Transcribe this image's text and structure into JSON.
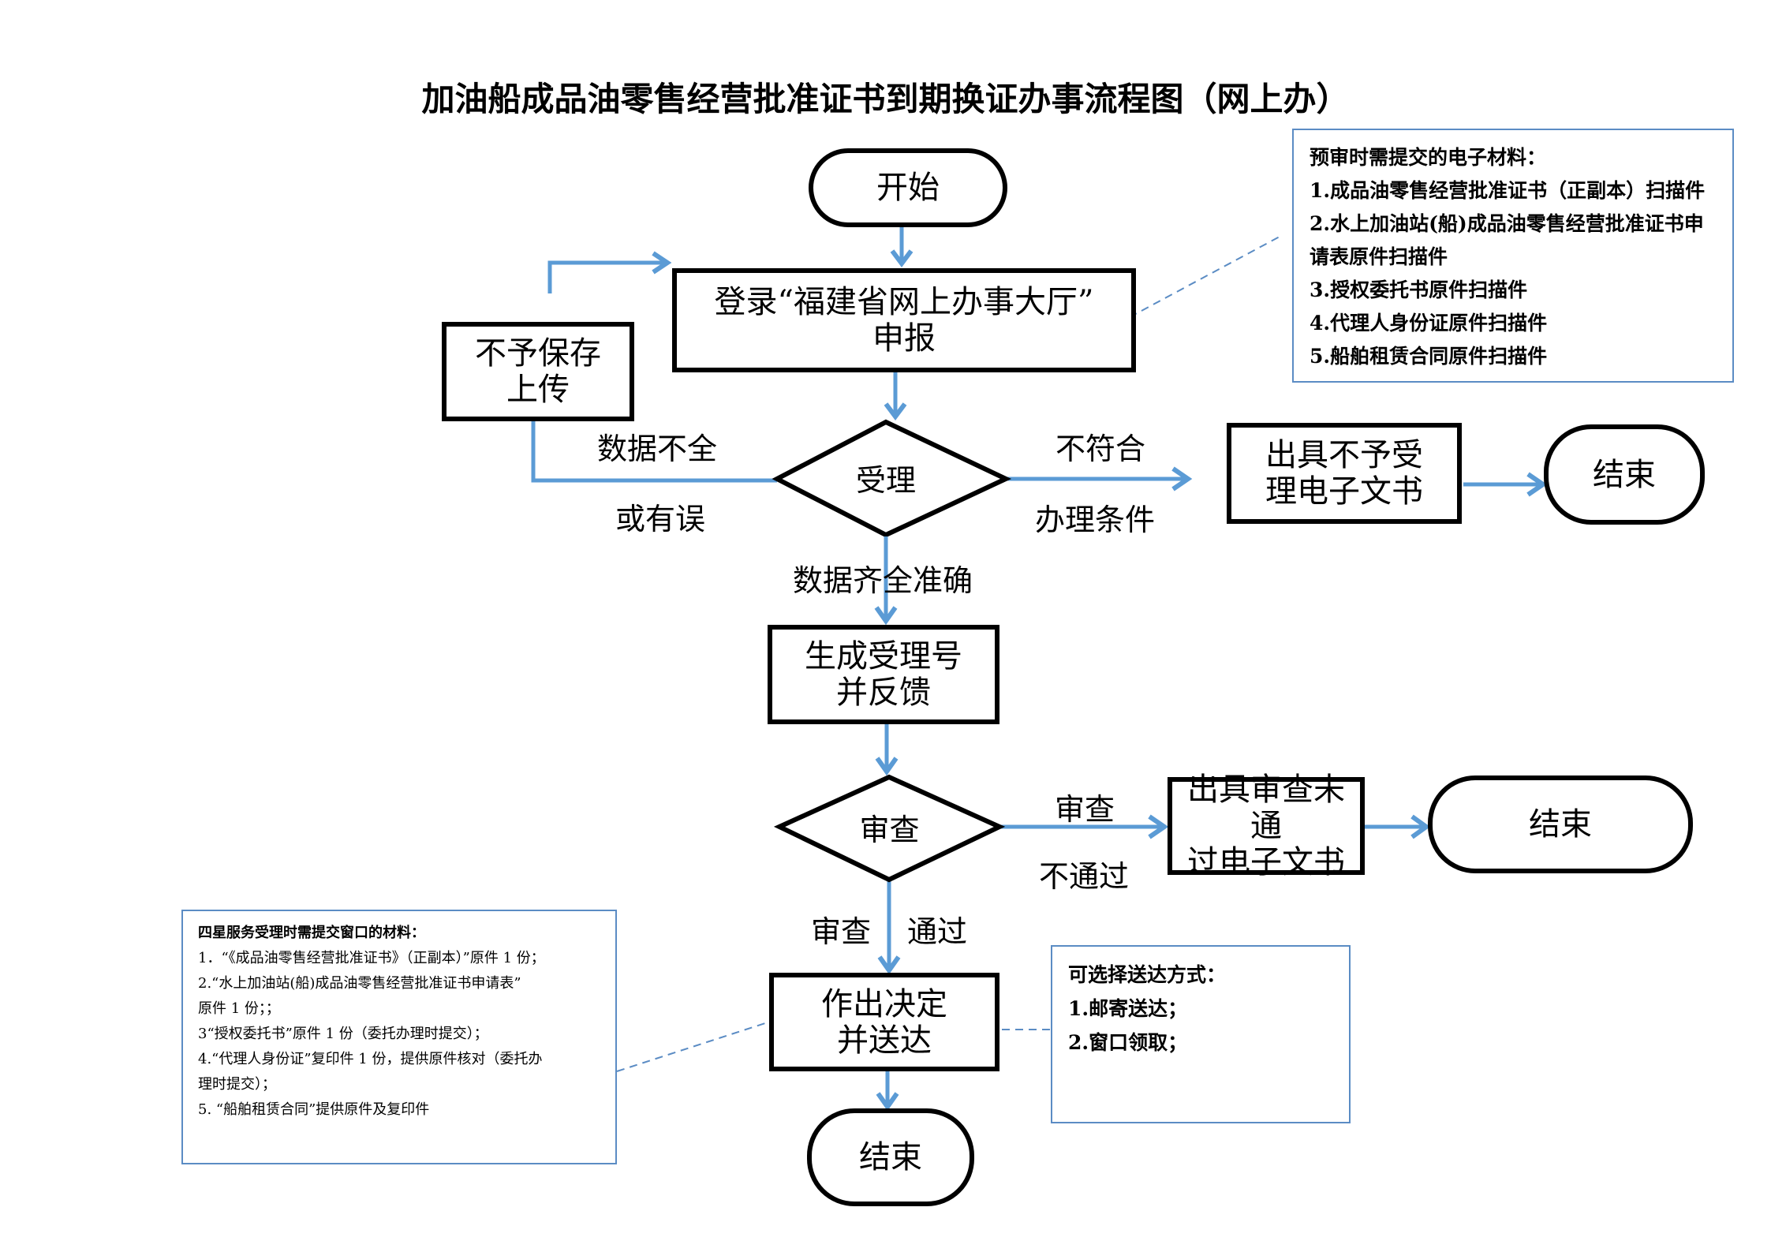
{
  "title": "加油船成品油零售经营批准证书到期换证办事流程图（网上办）",
  "colors": {
    "arrow": "#5B9BD5",
    "note_border": "#5B8CC4",
    "node_border": "#000000"
  },
  "nodes": {
    "start": "开始",
    "login_line1": "登录“福建省网上办事大厅”",
    "login_line2": "申报",
    "reject_save_line1": "不予保存",
    "reject_save_line2": "上传",
    "accept": "受理",
    "not_accept_doc_line1": "出具不予受",
    "not_accept_doc_line2": "理电子文书",
    "end_1": "结束",
    "generate_line1": "生成受理号",
    "generate_line2": "并反馈",
    "review": "审查",
    "review_fail_doc_line1": "出具审查未通",
    "review_fail_doc_line2": "过电子文书",
    "end_2": "结束",
    "decision_line1": "作出决定",
    "decision_line2": "并送达",
    "end_3": "结束"
  },
  "edge_labels": {
    "incomplete_line1": "数据不全",
    "incomplete_line2": "或有误",
    "not_meet_line1": "不符合",
    "not_meet_line2": "办理条件",
    "complete": "数据齐全准确",
    "review_fail_line1": "审查",
    "review_fail_line2": "不通过",
    "review_pass_left": "审查",
    "review_pass_right": "通过"
  },
  "notes": {
    "electronic_materials": {
      "heading": "预审时需提交的电子材料：",
      "items": [
        "1.成品油零售经营批准证书（正副本）扫描件",
        "2.水上加油站(船)成品油零售经营批准证书申",
        "请表原件扫描件",
        "3.授权委托书原件扫描件",
        "4.代理人身份证原件扫描件",
        "5.船舶租赁合同原件扫描件"
      ]
    },
    "window_materials": {
      "heading": "四星服务受理时需提交窗口的材料：",
      "items": [
        "1．“《成品油零售经营批准证书》（正副本）”原件 1 份；",
        "2.“水上加油站(船)成品油零售经营批准证书申请表”",
        "原件 1 份；；",
        "3“授权委托书”原件 1 份（委托办理时提交）；",
        "4.“代理人身份证”复印件 1 份，提供原件核对（委托办",
        "理时提交）；",
        "5.  “船舶租赁合同”提供原件及复印件"
      ]
    },
    "delivery_methods": {
      "heading": "可选择送达方式：",
      "items": [
        "1.邮寄送达；",
        "2.窗口领取；"
      ]
    }
  }
}
